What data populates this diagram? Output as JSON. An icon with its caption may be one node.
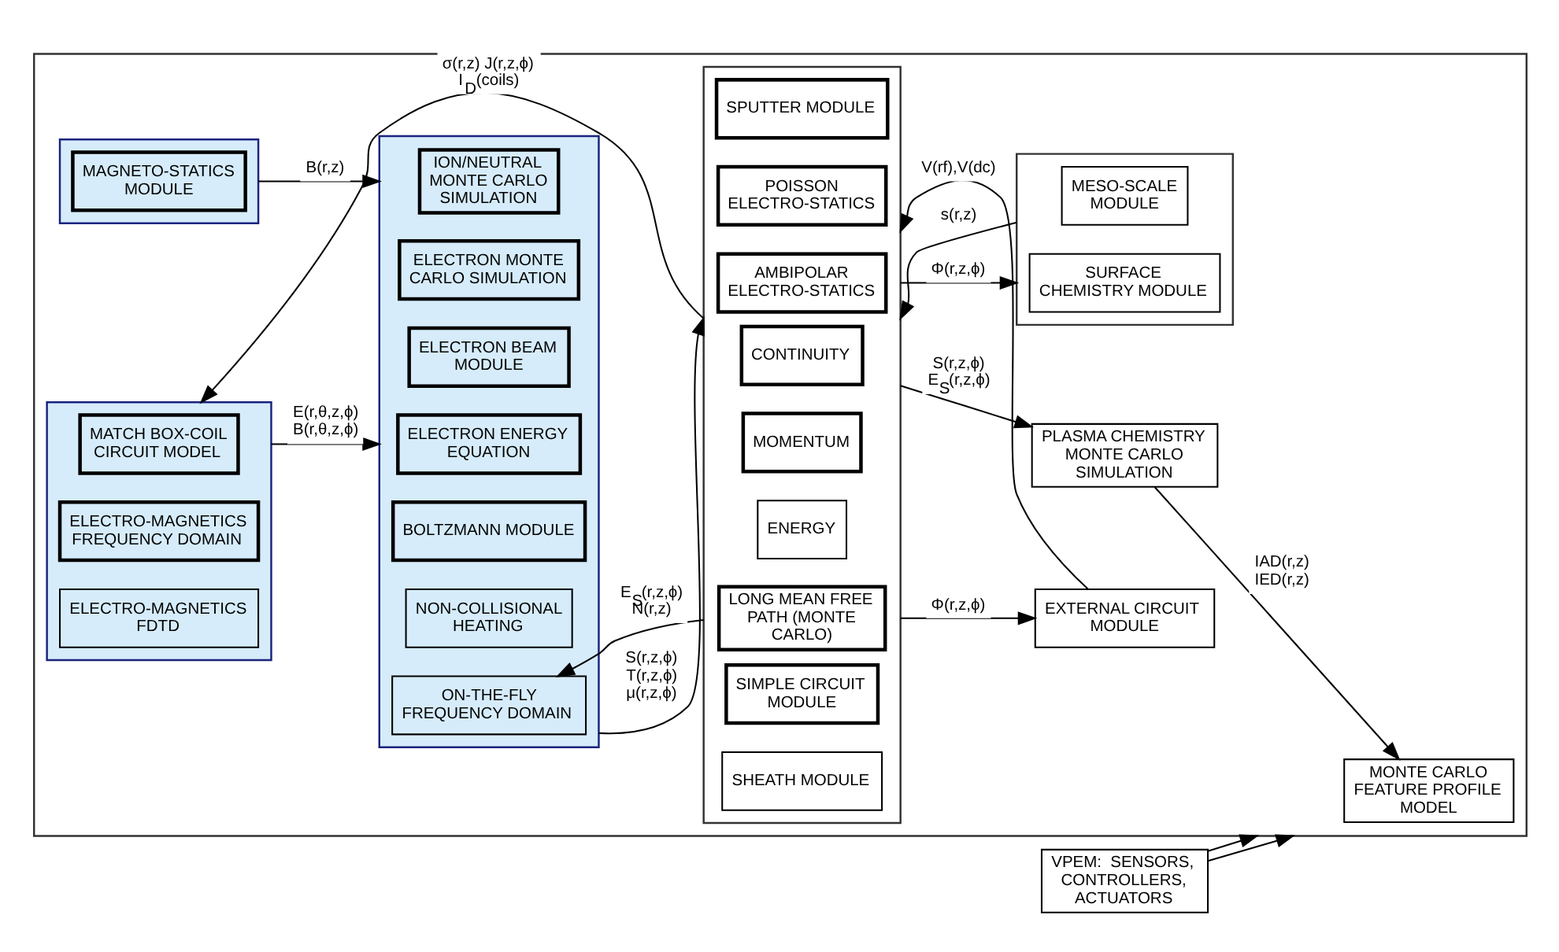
{
  "diagram": {
    "nodes": [
      {
        "text": [],
        "shape": "box"
      },
      {
        "text": [],
        "shape": "box",
        "in": 0
      },
      {
        "text": [
          "MAGNETO-STATICS MODULE"
        ],
        "in": 1
      },
      {
        "text": [],
        "shape": "box",
        "in": 0
      },
      {
        "text": [
          "MATCH BOX-COIL CIRCUIT MODEL"
        ],
        "in": 3
      },
      {
        "text": [
          "ELECTRO-MAGNETICS FREQUENCY DOMAIN"
        ],
        "in": 3
      },
      {
        "text": [
          "ELECTRO-MAGNETICS FDTD"
        ],
        "in": 3
      },
      {
        "text": [],
        "shape": "box",
        "in": 0
      },
      {
        "text": [
          "ION/NEUTRAL MONTE CARLO SIMULATION"
        ],
        "in": 7
      },
      {
        "text": [
          "ELECTRON MONTE CARLO SIMULATION"
        ],
        "in": 7
      },
      {
        "text": [
          "ELECTRON BEAM MODULE"
        ],
        "in": 7
      },
      {
        "text": [
          "ELECTRON ENERGY EQUATION"
        ],
        "in": 7
      },
      {
        "text": [
          "BOLTZMANN MODULE"
        ],
        "in": 7
      },
      {
        "text": [
          "NON-COLLISIONAL HEATING"
        ],
        "in": 7
      },
      {
        "text": [
          "ON-THE-FLY FREQUENCY DOMAIN"
        ],
        "in": 7
      },
      {
        "text": [],
        "shape": "box",
        "in": 0
      },
      {
        "text": [
          "CONTINUITY"
        ],
        "in": 15
      },
      {
        "text": [
          "MOMENTUM"
        ],
        "in": 15
      },
      {
        "text": [
          "ENERGY"
        ],
        "in": 15
      },
      {
        "text": [
          "LONG MEAN FREE PATH (MONTE CARLO)"
        ],
        "in": 15
      },
      {
        "text": [
          "SPUTTER MODULE"
        ],
        "in": 15
      },
      {
        "text": [
          "POISSON ELECTRO-STATICS"
        ],
        "in": 15
      },
      {
        "text": [
          "AMBIPOLAR ELECTRO-STATICS"
        ],
        "in": 15
      },
      {
        "text": [
          "SIMPLE CIRCUIT MODULE"
        ],
        "in": 15
      },
      {
        "text": [
          "SHEATH MODULE"
        ],
        "in": 15
      },
      {
        "text": [
          "MONTE CARLO FEATURE PROFILE MODEL"
        ],
        "in": 0
      },
      {
        "text": [
          "PLASMA CHEMISTRY MONTE CARLO SIMULATION"
        ],
        "in": 0
      },
      {
        "text": [],
        "shape": "box",
        "in": 0
      },
      {
        "text": [
          "MESO-SCALE MODULE"
        ],
        "in": 27
      },
      {
        "text": [
          "SURFACE CHEMISTRY MODULE"
        ],
        "in": 27
      },
      {
        "text": [
          "EXTERNAL CIRCUIT MODULE"
        ],
        "in": 0
      },
      {
        "text": [
          "VPEM:  SENSORS, CONTROLLERS, ACTUATORS"
        ]
      }
    ],
    "edges": [
      {
        "from": 1,
        "to": 7,
        "arrow": "to",
        "label": "B(r,z)"
      },
      {
        "from": 3,
        "to": 7,
        "arrow": "to",
        "label": "E(r,θ,z,ϕ) B(r,θ,z,ϕ)"
      },
      {
        "from": 7,
        "to": 15,
        "arrow": "to",
        "label": "S(r,z,ϕ) T(r,z,ϕ) μ(r,z,ϕ)"
      },
      {
        "from": 15,
        "to": 26,
        "arrow": "to",
        "label": "S(r,z,ϕ) E$_{S}$(r,z,ϕ)"
      },
      {
        "from": 26,
        "to": 25,
        "arrow": "to",
        "label": "IAD(r,z) IED(r,z)"
      },
      {
        "from": 15,
        "to": 27,
        "arrow": "to",
        "label": "Φ(r,z,ϕ)"
      },
      {
        "from": 27,
        "to": 15,
        "arrow": "to",
        "label": "s(r,z)"
      },
      {
        "from": 15,
        "to": 30,
        "arrow": "to",
        "label": "Φ(r,z,ϕ)"
      },
      {
        "from": 30,
        "to": 15,
        "arrow": "to",
        "label": "V(rf),V(dc)"
      },
      {
        "from": 15,
        "to": 3,
        "arrow": "to",
        "label": "σ(r,z) J(r,z,ϕ) I$_{D}$(coils)"
      },
      {
        "from": 15,
        "to": 14,
        "arrow": "to",
        "label": "E$_{S}$(r,z,ϕ) N(r,z)"
      },
      {
        "from": 31,
        "to": 0,
        "arrow": "to"
      },
      {
        "from": 31,
        "to": 0,
        "arrow": "to"
      }
    ]
  }
}
